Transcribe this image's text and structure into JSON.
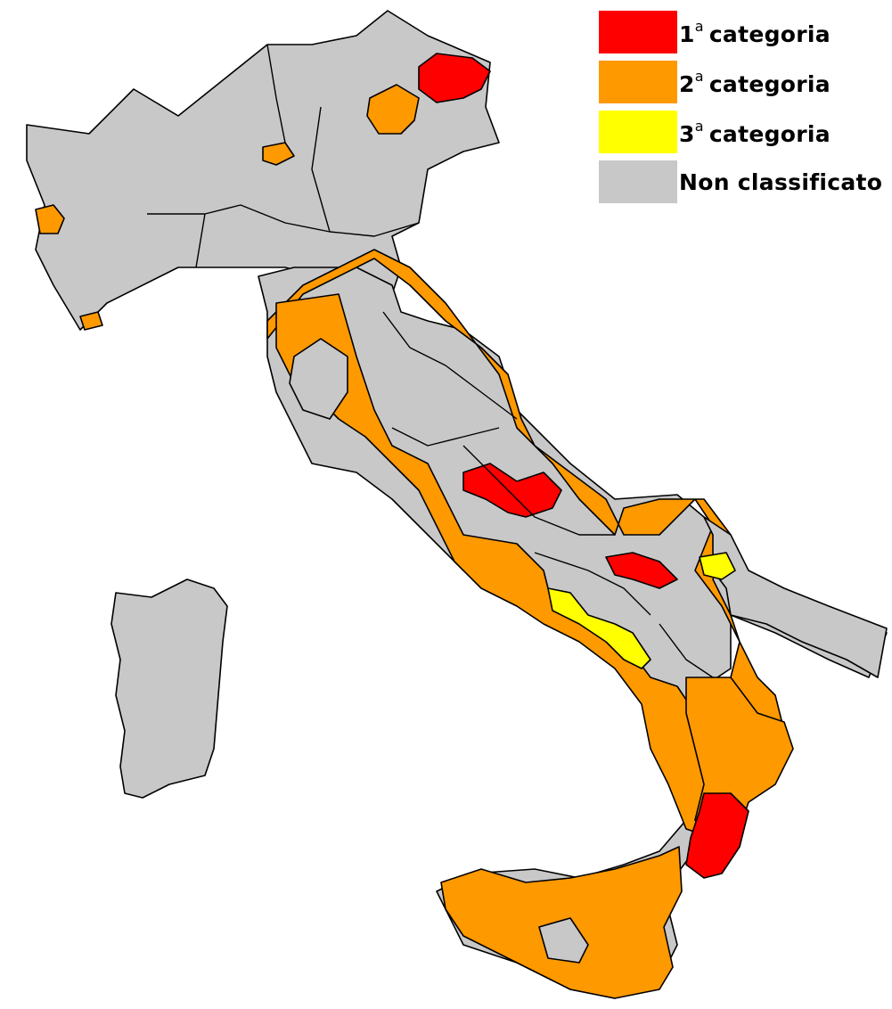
{
  "colors": {
    "cat1": "#ff0000",
    "cat2": "#ff9900",
    "cat3": "#ffff00",
    "unclassified": "#c8c8c8",
    "background": "#ffffff"
  },
  "legend": [
    {
      "num": "1",
      "sup": "a",
      "label": "categoria"
    },
    {
      "num": "2",
      "sup": "a",
      "label": "categoria"
    },
    {
      "num": "3",
      "sup": "a",
      "label": "categoria"
    },
    {
      "num": "",
      "sup": "",
      "label": "Non classificato"
    }
  ]
}
